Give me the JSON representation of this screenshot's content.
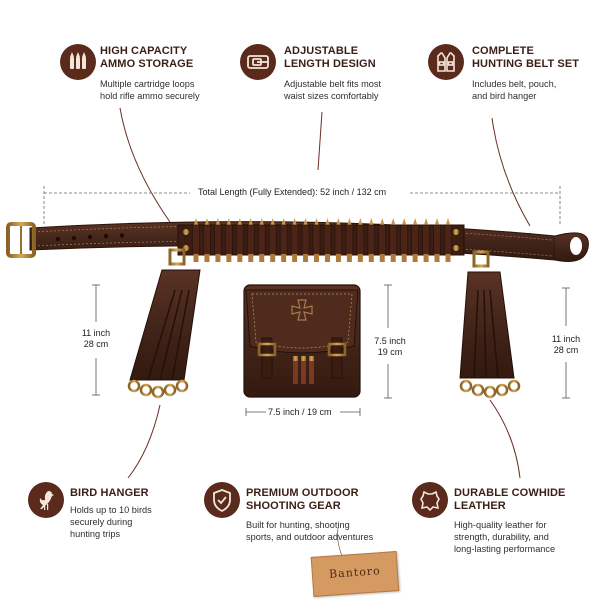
{
  "features": {
    "ammo": {
      "icon": "cartridges-icon",
      "title": [
        "HIGH CAPACITY",
        "AMMO STORAGE"
      ],
      "desc": [
        "Multiple cartridge loops",
        "hold rifle ammo securely"
      ]
    },
    "adjustable": {
      "icon": "belt-buckle-icon",
      "title": [
        "ADJUSTABLE",
        "LENGTH DESIGN"
      ],
      "desc": [
        "Adjustable belt fits most",
        "waist sizes comfortably"
      ]
    },
    "complete": {
      "icon": "hunting-vest-icon",
      "title": [
        "COMPLETE",
        "HUNTING BELT SET"
      ],
      "desc": [
        "Includes belt, pouch,",
        "and bird hanger"
      ]
    },
    "bird": {
      "icon": "bird-icon",
      "title": [
        "BIRD HANGER"
      ],
      "desc": [
        "Holds up to 10 birds",
        "securely during",
        "hunting trips"
      ]
    },
    "outdoor": {
      "icon": "shield-check-icon",
      "title": [
        "PREMIUM OUTDOOR",
        "SHOOTING GEAR"
      ],
      "desc": [
        "Built for hunting, shooting",
        "sports, and outdoor adventures"
      ]
    },
    "leather": {
      "icon": "cowhide-icon",
      "title": [
        "DURABLE COWHIDE",
        "LEATHER"
      ],
      "desc": [
        "High-quality leather for",
        "strength, durability, and",
        "long-lasting performance"
      ]
    }
  },
  "dimensions": {
    "total_length": "Total Length (Fully Extended):  52 inch / 132 cm",
    "left_hanger": [
      "11 inch",
      "28 cm"
    ],
    "right_hanger": [
      "11 inch",
      "28 cm"
    ],
    "pouch_height": [
      "7.5 inch",
      "19 cm"
    ],
    "pouch_width": "7.5 inch / 19 cm"
  },
  "brand": {
    "tag_text": "Bantoro"
  },
  "colors": {
    "accent": "#5a2a1c",
    "leather": "#4a2a1e",
    "brass": "#b88a3e"
  }
}
